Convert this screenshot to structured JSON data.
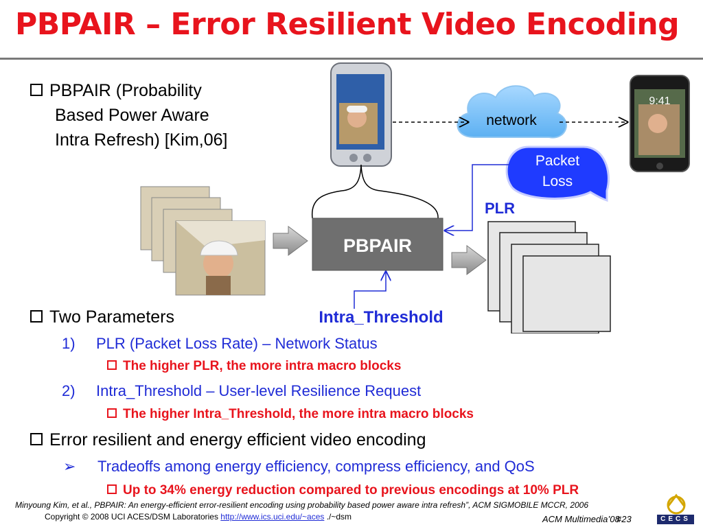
{
  "title": "PBPAIR – Error Resilient Video Encoding",
  "bullet1": {
    "line1": "PBPAIR (Probability",
    "line2": "Based Power Aware",
    "line3": "Intra Refresh) [Kim,06]"
  },
  "diagram": {
    "network_label": "network",
    "packet_loss_line1": "Packet",
    "packet_loss_line2": "Loss",
    "plr_label": "PLR",
    "pbpair_label": "PBPAIR",
    "intra_threshold_label": "Intra_Threshold",
    "iphone_time": "9:41"
  },
  "params": {
    "heading": "Two Parameters",
    "item1": {
      "num": "1)",
      "text": "PLR (Packet Loss Rate) – Network Status",
      "sub": "The higher PLR, the more intra macro blocks"
    },
    "item2": {
      "num": "2)",
      "text": "Intra_Threshold – User-level Resilience Request",
      "sub": "The higher Intra_Threshold, the more intra macro blocks"
    }
  },
  "bullet3": {
    "text": "Error resilient and energy efficient video encoding",
    "sub": "Tradeoffs among energy efficiency, compress efficiency, and QoS",
    "subsub": "Up to 34% energy reduction compared to previous encodings at 10% PLR"
  },
  "footer": {
    "citation": "Minyoung Kim, et al., PBPAIR: An energy-efficient error-resilient encoding using probability based power aware intra refresh”, ACM SIGMOBILE MCCR, 2006",
    "copyright": "Copyright © 2008  UCI ACES/DSM Laboratories  ",
    "link": "http://www.ics.uci.edu/~aces",
    "copyright_tail": " ./~dsm",
    "conference": "ACM Multimedia’08",
    "page": "#23",
    "logo_text": "CECS"
  }
}
